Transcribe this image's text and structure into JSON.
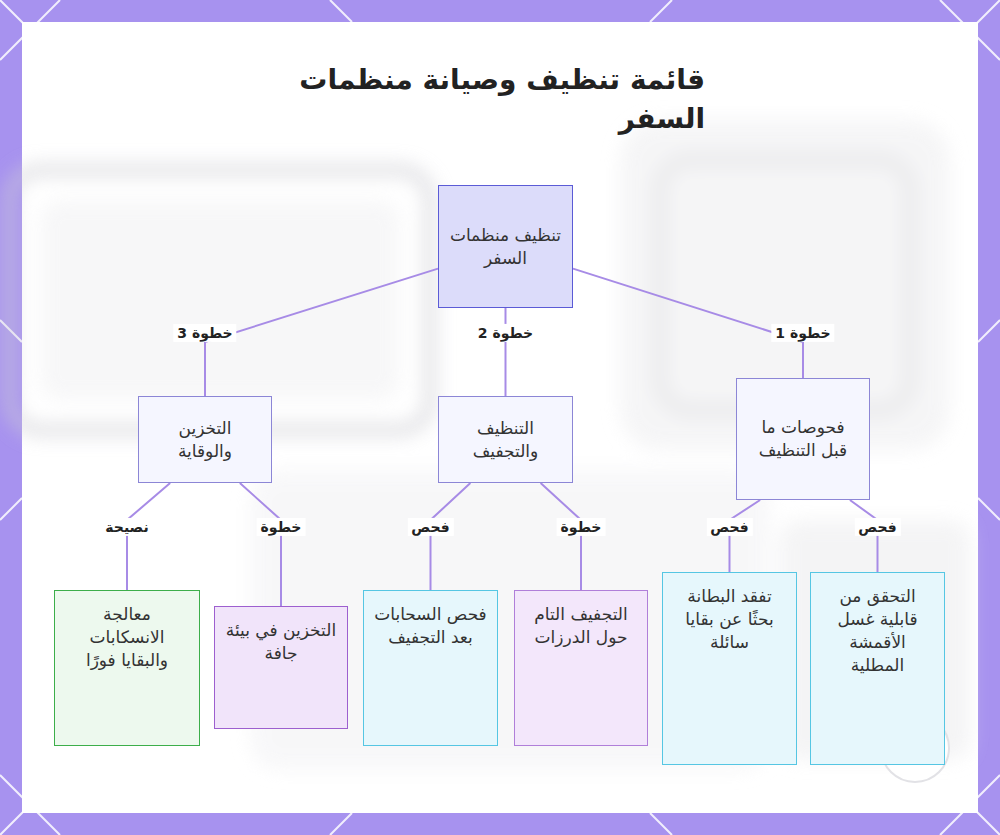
{
  "diagram": {
    "title": "قائمة تنظيف وصيانة منظمات السفر",
    "nodes": [
      {
        "text": [
          "تنظيف منظمات السفر"
        ]
      },
      {
        "text": [
          "فحوصات ما قبل التنظيف"
        ]
      },
      {
        "text": [
          "التنظيف والتجفيف"
        ]
      },
      {
        "text": [
          "التخزين والوقاية"
        ]
      },
      {
        "text": [
          "التحقق من قابلية غسل الأقمشة المطلية"
        ]
      },
      {
        "text": [
          "تفقد البطانة بحثًا عن بقايا سائلة"
        ]
      },
      {
        "text": [
          "التجفيف التام حول الدرزات"
        ]
      },
      {
        "text": [
          "فحص السحابات بعد التجفيف"
        ]
      },
      {
        "text": [
          "التخزين في بيئة جافة"
        ]
      },
      {
        "text": [
          "معالجة الانسكابات والبقايا فورًا"
        ]
      }
    ],
    "edges": [
      {
        "from": 0,
        "to": 1,
        "arrow": "none",
        "label": "خطوة 1"
      },
      {
        "from": 0,
        "to": 2,
        "arrow": "none",
        "label": "خطوة 2"
      },
      {
        "from": 0,
        "to": 3,
        "arrow": "none",
        "label": "خطوة 3"
      },
      {
        "from": 1,
        "to": 4,
        "arrow": "none",
        "label": "فحص"
      },
      {
        "from": 1,
        "to": 5,
        "arrow": "none",
        "label": "فحص"
      },
      {
        "from": 2,
        "to": 6,
        "arrow": "none",
        "label": "خطوة"
      },
      {
        "from": 2,
        "to": 7,
        "arrow": "none",
        "label": "فحص"
      },
      {
        "from": 3,
        "to": 8,
        "arrow": "none",
        "label": "خطوة"
      },
      {
        "from": 3,
        "to": 9,
        "arrow": "none",
        "label": "نصيحة"
      }
    ]
  }
}
